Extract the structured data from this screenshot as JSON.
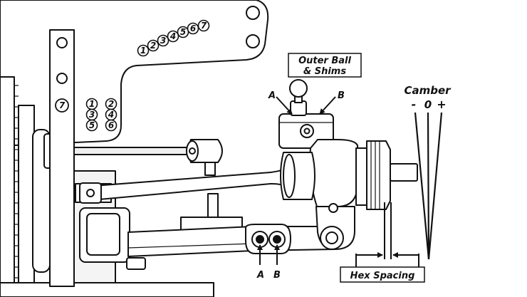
{
  "labels": {
    "outer_ball_line1": "Outer Ball",
    "outer_ball_line2": "& Shims",
    "a_top": "A",
    "b_top": "B",
    "camber_title": "Camber",
    "camber_minus": "-",
    "camber_zero": "0",
    "camber_plus": "+",
    "a_bottom": "A",
    "b_bottom": "B",
    "hex_spacing": "Hex Spacing"
  },
  "upper_plate_positions": [
    "1",
    "2",
    "3",
    "4",
    "5",
    "6",
    "7"
  ],
  "tower_positions": [
    "1",
    "2",
    "3",
    "4",
    "5",
    "6"
  ],
  "tower_top_position": "7",
  "colors": {
    "line": "#111111",
    "fill": "#ffffff",
    "shade": "#e6e6e6",
    "dark_shade": "#c8c8c8"
  }
}
